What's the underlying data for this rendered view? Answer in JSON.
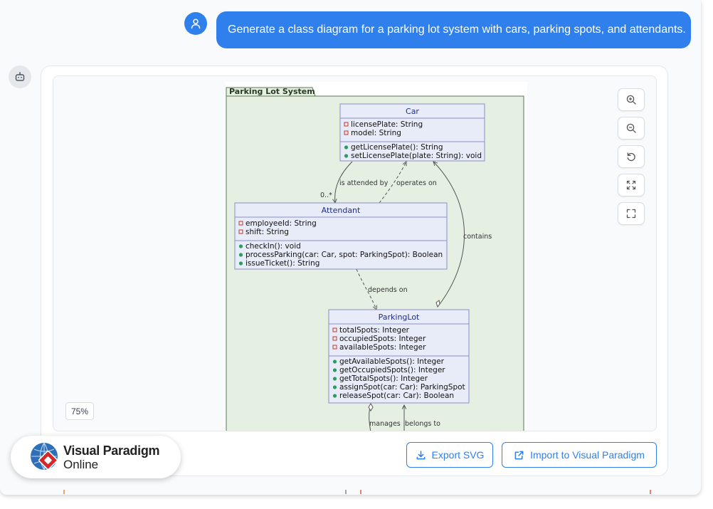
{
  "chat": {
    "user_message": "Generate a class diagram for a parking lot system with cars, parking spots, and attendants."
  },
  "diagram": {
    "package_name": "Parking Lot System",
    "classes": {
      "car": {
        "name": "Car",
        "attributes": [
          "licensePlate: String",
          "model: String"
        ],
        "methods": [
          "getLicensePlate(): String",
          "setLicensePlate(plate: String): void"
        ]
      },
      "attendant": {
        "name": "Attendant",
        "attributes": [
          "employeeId: String",
          "shift: String"
        ],
        "methods": [
          "checkIn(): void",
          "processParking(car: Car, spot: ParkingSpot): Boolean",
          "issueTicket(): String"
        ]
      },
      "parkinglot": {
        "name": "ParkingLot",
        "attributes": [
          "totalSpots: Integer",
          "occupiedSpots: Integer",
          "availableSpots: Integer"
        ],
        "methods": [
          "getAvailableSpots(): Integer",
          "getOccupiedSpots(): Integer",
          "getTotalSpots(): Integer",
          "assignSpot(car: Car): ParkingSpot",
          "releaseSpot(car: Car): Boolean"
        ]
      }
    },
    "relations": {
      "is_attended_by": "is attended by",
      "multiplicity": "0..*",
      "operates_on": "operates on",
      "contains": "contains",
      "depends_on": "depends on",
      "manages": "manages",
      "belongs_to": "belongs to"
    }
  },
  "controls": {
    "zoom_level": "75%",
    "export_svg": "Export SVG",
    "import_vp": "Import to Visual Paradigm"
  },
  "logo": {
    "line1": "Visual Paradigm",
    "line2": "Online"
  },
  "colors": {
    "accent": "#2f80ed",
    "package_fill": "#e5efe2",
    "package_border": "#5b7a55",
    "class_fill": "#e8ebf8",
    "class_border": "#8a8fc7",
    "class_title": "#1f2d8a",
    "private_marker": "#c0392b",
    "public_marker": "#2e9a5e"
  }
}
